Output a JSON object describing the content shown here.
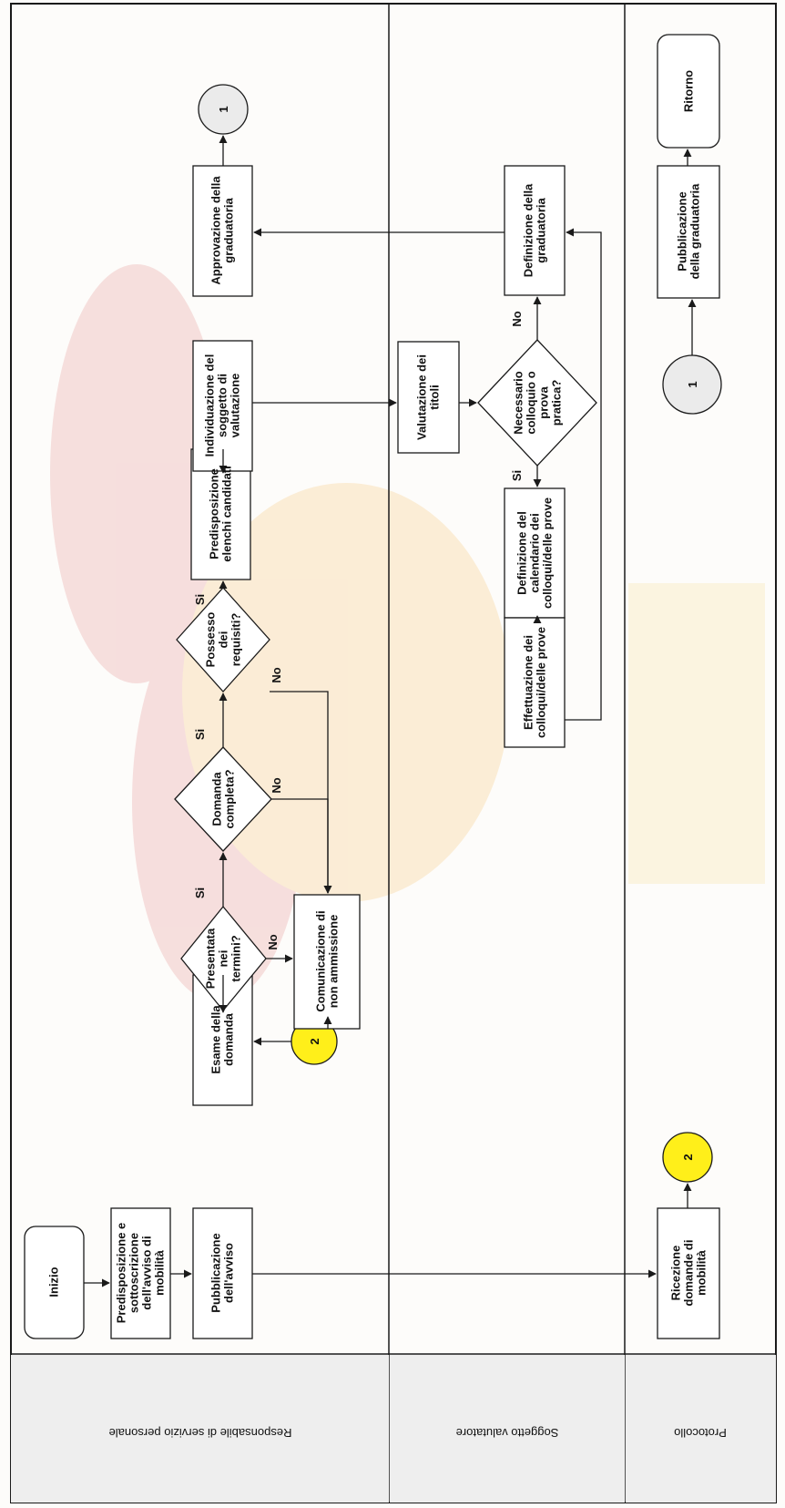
{
  "lanes": {
    "personale": "Responsabile di servizio personale",
    "valutatore": "Soggetto valutatore",
    "protocollo": "Protocollo"
  },
  "nodes": {
    "inizio": [
      "Inizio"
    ],
    "predisposizione_avviso": [
      "Predisposizione e",
      "sottoscrizione",
      "dell'avviso di",
      "mobilità"
    ],
    "pubblicazione_avviso": [
      "Pubblicazione",
      "dell'avviso"
    ],
    "esame_domanda": [
      "Esame della",
      "domanda"
    ],
    "presentata_termini": [
      "Presentata",
      "nei",
      "termini?"
    ],
    "domanda_completa": [
      "Domanda",
      "completa?"
    ],
    "possesso_requisiti": [
      "Possesso",
      "dei",
      "requisiti?"
    ],
    "comunicazione_non_ammissione": [
      "Comunicazione di",
      "non ammissione"
    ],
    "predisposizione_elenchi": [
      "Predisposizione",
      "elenchi candidati"
    ],
    "individuazione_soggetto": [
      "Individuazione del",
      "soggetto di",
      "valutazione"
    ],
    "approvazione_graduatoria": [
      "Approvazione della",
      "graduatoria"
    ],
    "valutazione_titoli": [
      "Valutazione dei",
      "titoli"
    ],
    "necessario_colloquio": [
      "Necessario",
      "colloquio o",
      "prova",
      "pratica?"
    ],
    "definizione_calendario": [
      "Definizione del",
      "calendario dei",
      "colloqui/delle prove"
    ],
    "effettuazione_colloqui": [
      "Effettuazione dei",
      "colloqui/delle prove"
    ],
    "definizione_graduatoria": [
      "Definizione della",
      "graduatoria"
    ],
    "ricezione_domande": [
      "Ricezione",
      "domande di",
      "mobilità"
    ],
    "pubblicazione_graduatoria": [
      "Pubblicazione",
      "della graduatoria"
    ],
    "ritorno": [
      "Ritorno"
    ]
  },
  "connectors": {
    "c1_top": "1",
    "c1_bottom": "1",
    "c2_top": "2",
    "c2_bottom": "2"
  },
  "labels": {
    "yes": "Si",
    "no": "No"
  },
  "colors": {
    "connector_yellow": "#ffef1a",
    "connector_grey": "#ebebeb",
    "lane_header_fill": "#eeeeee",
    "stroke": "#1a1a1a"
  }
}
